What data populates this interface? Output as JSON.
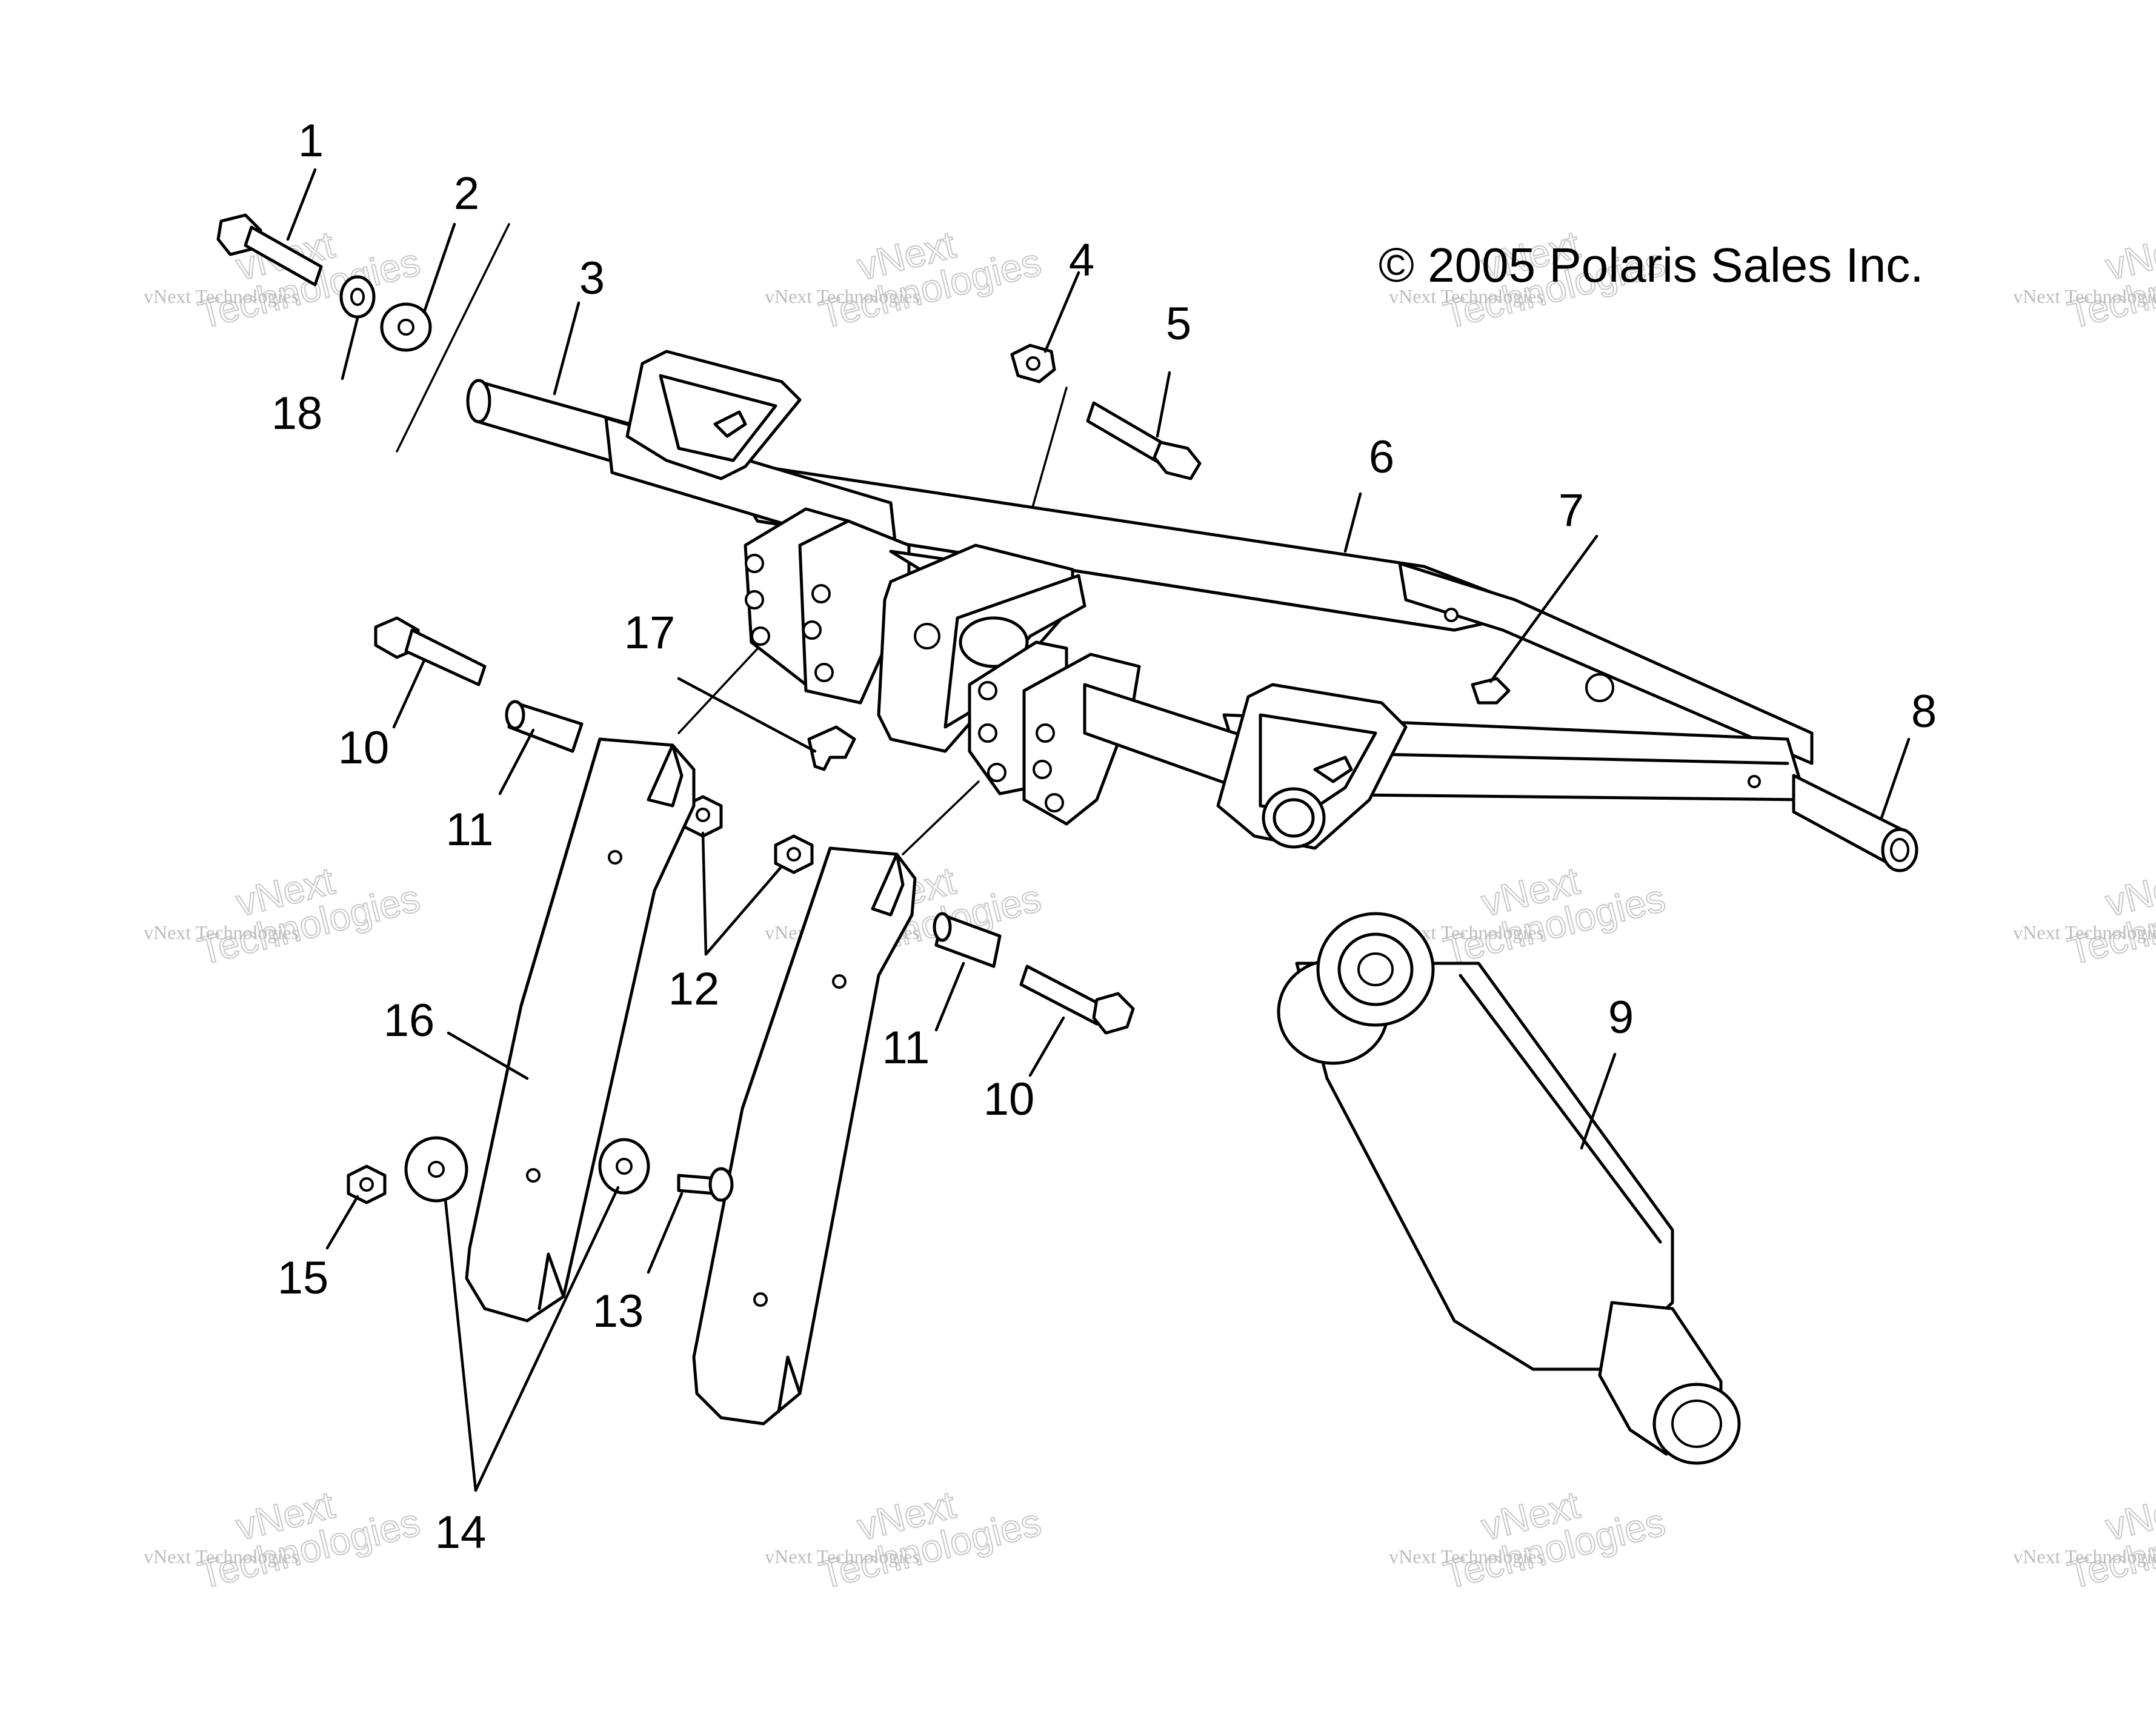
{
  "copyright": "© 2005 Polaris Sales Inc.",
  "watermark": {
    "line_small": "vNext Technologies",
    "line_big": "vNext\nTechnologies"
  },
  "callouts": [
    {
      "id": "1",
      "label": "1"
    },
    {
      "id": "2",
      "label": "2"
    },
    {
      "id": "3",
      "label": "3"
    },
    {
      "id": "4",
      "label": "4"
    },
    {
      "id": "5",
      "label": "5"
    },
    {
      "id": "6",
      "label": "6"
    },
    {
      "id": "7",
      "label": "7"
    },
    {
      "id": "8",
      "label": "8"
    },
    {
      "id": "9",
      "label": "9"
    },
    {
      "id": "10a",
      "label": "10"
    },
    {
      "id": "10b",
      "label": "10"
    },
    {
      "id": "11a",
      "label": "11"
    },
    {
      "id": "11b",
      "label": "11"
    },
    {
      "id": "12",
      "label": "12"
    },
    {
      "id": "13",
      "label": "13"
    },
    {
      "id": "14",
      "label": "14"
    },
    {
      "id": "15",
      "label": "15"
    },
    {
      "id": "16",
      "label": "16"
    },
    {
      "id": "17",
      "label": "17"
    },
    {
      "id": "18",
      "label": "18"
    }
  ]
}
